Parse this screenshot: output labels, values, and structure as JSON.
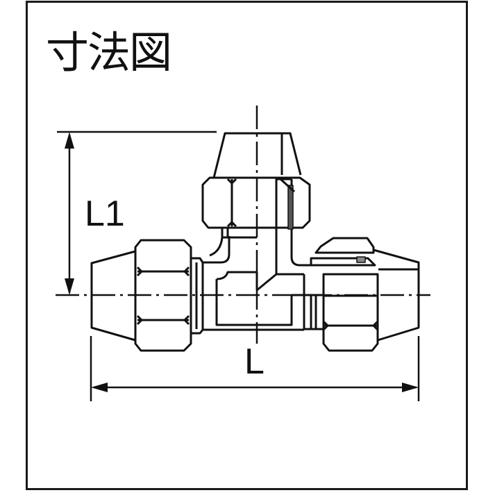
{
  "title": "寸法図",
  "dimensions": {
    "height_label": "L1",
    "length_label": "L"
  },
  "colors": {
    "line": "#111111",
    "background": "#ffffff",
    "frame": "#1a1a1a"
  },
  "figure": {
    "subject": "flare tee fitting (side view)",
    "dimension_lines": [
      {
        "name": "L1",
        "orientation": "vertical",
        "description": "centerline of run to top of branch nut"
      },
      {
        "name": "L",
        "orientation": "horizontal",
        "description": "overall length end to end"
      }
    ]
  }
}
